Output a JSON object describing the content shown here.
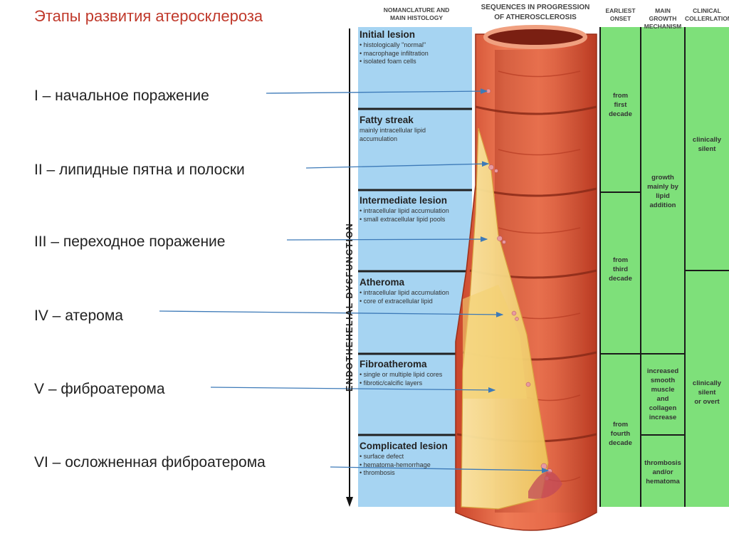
{
  "title": "Этапы развития атеросклероза",
  "ru_stages": [
    "I – начальное поражение",
    "II – липидные пятна и полоски",
    "III – переходное поражение",
    "IV – атерома",
    "V – фиброатерома",
    "VI – осложненная фиброатерома"
  ],
  "headers": {
    "nomenclature": [
      "NOMANCLATURE AND",
      "MAIN HISTOLOGY"
    ],
    "sequences": [
      "SEQUENCES IN PROGRESSION",
      "OF ATHEROSCLEROSIS"
    ],
    "onset": [
      "EARLIEST",
      "ONSET"
    ],
    "growth": [
      "MAIN GROWTH",
      "MECHANISM"
    ],
    "clinical": [
      "CLINICAL",
      "COLLERLATION"
    ]
  },
  "stages": [
    {
      "name": "Initial lesion",
      "details": [
        "• histologically \"normal\"",
        "• macrophage infiltration",
        "• isolated foam cells"
      ]
    },
    {
      "name": "Fatty streak",
      "details": [
        "mainly intracellular lipid",
        "accumulation"
      ]
    },
    {
      "name": "Intermediate lesion",
      "details": [
        "• intracellular lipid accumulation",
        "• small extracellular lipid pools"
      ]
    },
    {
      "name": "Atheroma",
      "details": [
        "• intracellular lipid accumulation",
        "• core of extracellular lipid"
      ]
    },
    {
      "name": "Fibroatheroma",
      "details": [
        "• single or multiple lipid cores",
        "• fibrotic/calcific layers"
      ]
    },
    {
      "name": "Complicated lesion",
      "details": [
        "• surface defect",
        "• hematoma-hemorrhage",
        "• thrombosis"
      ]
    }
  ],
  "side_label": "ENDOTHEHELIAL DYSFUNCTION",
  "onset": [
    [
      "from",
      "first",
      "decade"
    ],
    [
      "from",
      "third",
      "decade"
    ],
    [
      "from",
      "fourth",
      "decade"
    ]
  ],
  "growth": [
    [
      "growth",
      "mainly by",
      "lipid",
      "addition"
    ],
    [
      "increased",
      "smooth",
      "muscle",
      "and",
      "collagen",
      "increase"
    ],
    [
      "thrombosis",
      "and/or",
      "hematoma"
    ]
  ],
  "clinical": [
    [
      "clinically",
      "silent"
    ],
    [
      "clinically",
      "silent",
      "or overt"
    ]
  ],
  "colors": {
    "title": "#c0392b",
    "blue_panel": "#a6d4f2",
    "green_panel": "#7ee07a",
    "arrow": "#3d7ab8",
    "artery": "#e0603e",
    "plaque": "#f5dc84"
  }
}
